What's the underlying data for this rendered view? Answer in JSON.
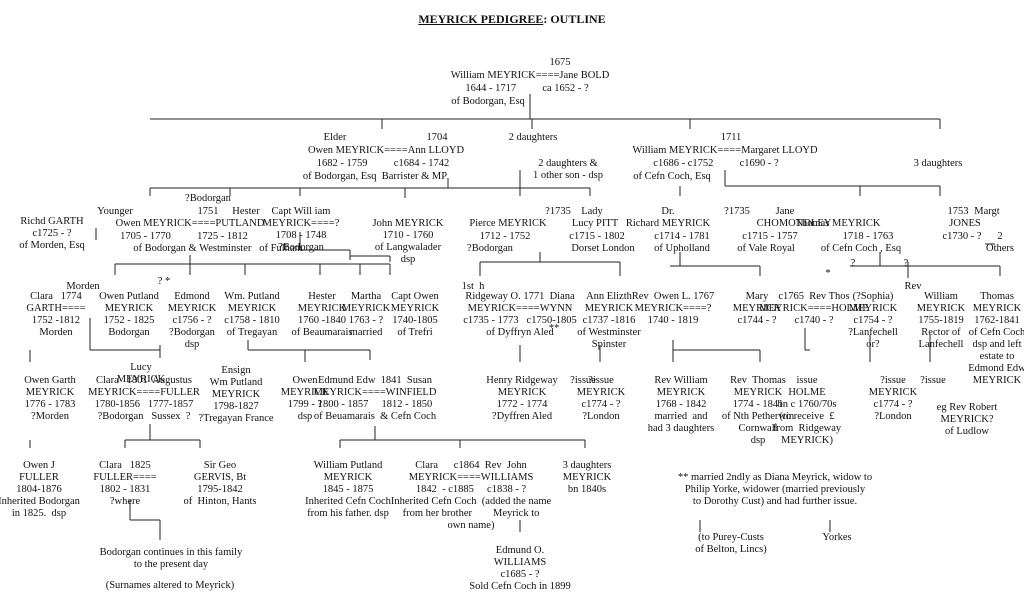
{
  "title": "MEYRICK  PEDIGREE",
  "subtitle": ": OUTLINE",
  "entries": [
    "1675",
    "William MEYRICK====Jane BOLD",
    "1644 - 1717          ca 1652 - ?",
    "of Bodorgan, Esq",
    "Elder",
    "1704",
    "2 daughters",
    "Owen MEYRICK====Ann LLOYD",
    "1682 - 1759          c1684 - 1742",
    "of Bodorgan, Esq  Barrister & MP",
    "2 daughters &\n1 other son - dsp",
    "1711",
    "William MEYRICK====Margaret LLOYD",
    "c1686 - c1752          c1690 - ?",
    "of Cefn Coch, Esq",
    "3 daughters",
    "?Bodorgan",
    "Younger",
    "1751",
    "Hester",
    "Owen MEYRICK====PUTLAND",
    "1705 - 1770          1725 - 1812",
    "of Bodorgan & Westminster   of Fulham",
    "Richd GARTH\nc1725 - ?\nof Morden, Esq",
    "Capt Will iam\nMEYRICK====?\n1708 - 1748\n?Bodorgan",
    "John MEYRICK\n1710 - 1760\nof Langwalader\ndsp",
    "Pierce MEYRICK",
    "?1735",
    "Lady",
    "Lucy PITT",
    "1712 - 1752",
    "c1715 - 1802",
    "?Bodorgan",
    "Dorset London",
    "Dr.\nRichard MEYRICK",
    "?1735",
    "Jane",
    "CHOMONDLEY",
    "c1714 - 1781",
    "c1715 - 1757",
    "of Upholland",
    "of Vale Royal",
    "Thomas MEYRICK",
    "1753",
    "Margt",
    "JONES",
    "1718 - 1763",
    "c1730 - ?",
    "of Cefn Coch , Esq",
    "2\nOthers",
    "Morden",
    "Clara   1774\nGARTH====\n1752 -1812\nMorden",
    "Owen Putland\nMEYRICK\n1752 - 1825\nBodorgan",
    "? *",
    "Edmond\nMEYRICK\nc1756 - ?\n?Bodorgan\ndsp",
    "Wm. Putland\nMEYRICK\nc1758 - 1810\nof Tregayan",
    "Hester\nMEYRICK\n1760 -1840\nof Beaumarais",
    "Martha\nMEYRICK\n1763 - ?\nmarried",
    "Capt Owen\nMEYRICK\n1740-1805\nof Trefri",
    "1st  h",
    "Ridgeway O. 1771  Diana\nMEYRICK====WYNN\nc1735 - 1773   c1750-1805\nof Dyffryn Aled",
    "**",
    "Ann Elizth\nMEYRICK\nc1737 -1816\nof Westminster\nSpinster",
    "Rev  Owen L. 1767\nMEYRICK====?\n1740 - 1819",
    "Mary\nMEYRICK\nc1744 - ?",
    "c1765  Rev Thos\nMEYRICK====HOLME\nc1740 - ?",
    "*",
    "?",
    "?",
    "Rev",
    "(?Sophia)\nMEYRICK\nc1754 - ?\n?Lanfechell\nor?",
    "William\nMEYRICK\n1755-1819\nRector of\nLanfechell",
    "Thomas\nMEYRICK\n1762-1841\nof Cefn Coch\ndsp and left\nestate to\nEdmond Edw\nMEYRICK",
    "Lucy\nMEYRICK",
    "Owen Garth\nMEYRICK\n1776 - 1783\n?Morden",
    "Clara   1801  Augustus\nMEYRICK====FULLER\n1780-1856   1777-1857\n?Bodorgan   Sussex  ?",
    "Ensign\nWm Putland\nMEYRICK\n1798-1827\n?Tregayan France",
    "Owen\nMEYRICK\n1799 - ?\ndsp",
    "Edmund Edw  1841  Susan\nMEYRICK====WINFIELD\n1800 - 1857     1812 - 1850\nof Beuamarais  & Cefn Coch",
    "Henry Ridgeway\nMEYRICK\n1772 - 1774\n?Dyffren Aled",
    "?issue\nMEYRICK\nc1774 - ?\n?London",
    "?issue",
    "Rev William\nMEYRICK\n1768 - 1842\nmarried  and\nhad 3 daughters",
    "Rev  Thomas\nMEYRICK\n1774 - 1841\nof Nth Petherwin\nCornwall\ndsp",
    "issue\nHOLME\nbn c 1760/70s\n(to receive  £\nfrom  Ridgeway\nMEYRICK)",
    "?issue\nMEYRICK\nc1774 - ?\n?London",
    "?issue",
    "eg Rev Robert\nMEYRICK?\nof Ludlow",
    "Owen J\nFULLER\n1804-1876\nInherited Bodorgan\nin 1825.  dsp",
    "Clara   1825\nFULLER====\n1802 - 1831\n?where",
    "Sir Geo\nGERVIS, Bt\n1795-1842\nof  Hinton, Hants",
    "William Putland\nMEYRICK\n1845 - 1875\nInherited Cefn Coch\nfrom his father. dsp",
    "Clara      c1864  Rev  John\nMEYRICK====WILLIAMS\n1842  - c1885     c1838 - ?\nInherited Cefn Coch  (added the name\nfrom her brother        Meyrick to\nown name)",
    "3 daughters\nMEYRICK\nbn 1840s",
    "Edmund O.\nWILLIAMS\nc1685 - ?\nSold Cefn Coch in 1899",
    "** married 2ndly as Diana Meyrick, widow to\nPhilip Yorke, widower (married previously\nto Dorothy Cust) and had further issue.",
    "(to Purey-Custs\nof Belton, Lincs)",
    "Yorkes",
    "Bodorgan continues in this family\nto the present day",
    "(Surnames altered to Meyrick)"
  ]
}
